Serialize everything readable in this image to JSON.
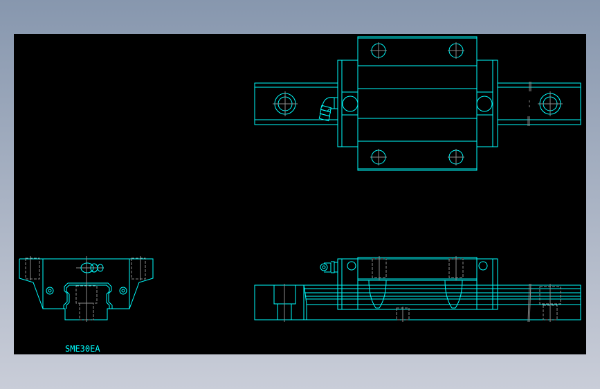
{
  "drawing": {
    "part_label": "SME30EA",
    "background_color": "#000000",
    "line_color": "#00ffff",
    "center_line_color": "#8c8c8c",
    "views": [
      "top-view",
      "front-view",
      "side-view"
    ]
  }
}
